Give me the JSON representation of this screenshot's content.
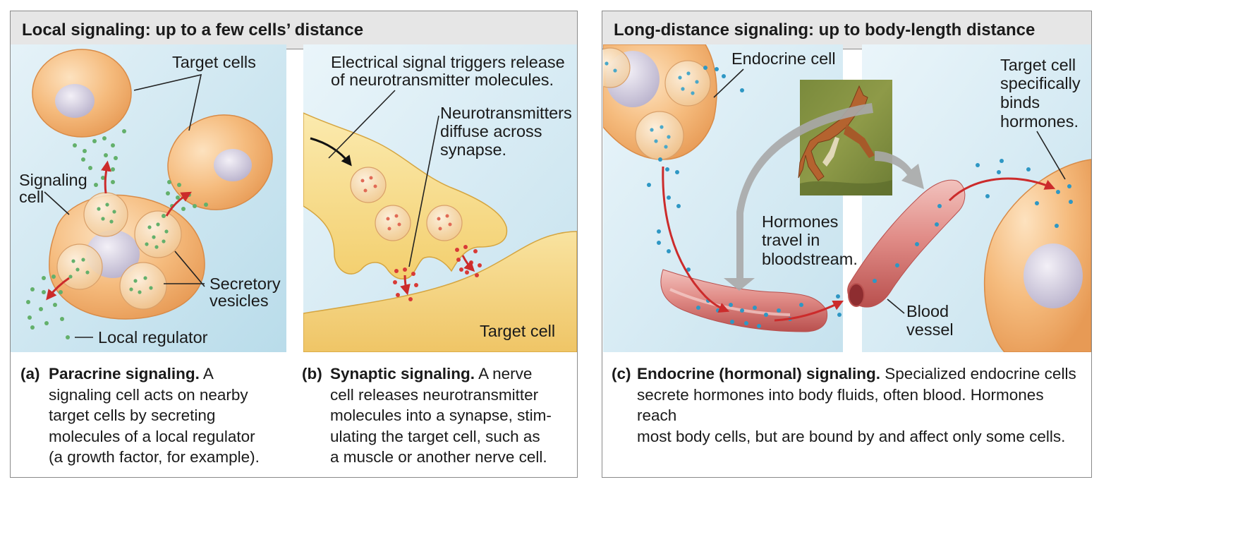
{
  "left_header": "Local signaling: up to a few cells’ distance",
  "right_header": "Long-distance signaling: up to body-length distance",
  "panel_a": {
    "labels": {
      "target_cells": "Target cells",
      "signaling_cell_1": "Signaling",
      "signaling_cell_2": "cell",
      "secretory_1": "Secretory",
      "secretory_2": "vesicles",
      "local_regulator": "Local regulator"
    },
    "caption": {
      "letter": "(a)",
      "title": "Paracrine signaling.",
      "lines": [
        "A",
        "signaling cell acts on nearby",
        "target cells by secreting",
        "molecules of a local regulator",
        "(a growth factor, for example)."
      ]
    }
  },
  "panel_b": {
    "labels": {
      "electrical_1": "Electrical signal triggers release",
      "electrical_2": "of neurotransmitter molecules.",
      "neuro_1": "Neurotransmitters",
      "neuro_2": "diffuse across",
      "neuro_3": "synapse.",
      "target_cell": "Target cell"
    },
    "caption": {
      "letter": "(b)",
      "title": "Synaptic signaling.",
      "lines": [
        "A nerve",
        "cell releases neurotransmitter",
        "molecules into a synapse, stim-",
        "ulating the target cell, such as",
        "a muscle or another nerve cell."
      ]
    }
  },
  "panel_c": {
    "labels": {
      "endocrine_cell": "Endocrine cell",
      "target_1": "Target cell",
      "target_2": "specifically",
      "target_3": "binds",
      "target_4": "hormones.",
      "hormones_1": "Hormones",
      "hormones_2": "travel in",
      "hormones_3": "bloodstream.",
      "blood_1": "Blood",
      "blood_2": "vessel"
    },
    "caption": {
      "letter": "(c)",
      "title": "Endocrine (hormonal) signaling.",
      "lines": [
        "Specialized endocrine cells",
        "secrete hormones into body fluids, often blood. Hormones reach",
        "most body cells, but are bound by and affect only some cells."
      ]
    }
  },
  "colors": {
    "panel_bg": "#cfe7f1",
    "cell_fill": "#f3b777",
    "nucleus": "#d6d0e2",
    "local_regulator": "#63b06b",
    "neurotransmitter": "#d83a36",
    "hormone": "#2e97c4",
    "arrow": "#cc2b2b",
    "nerve": "#f7da84",
    "blood_vessel": "#d77575"
  }
}
